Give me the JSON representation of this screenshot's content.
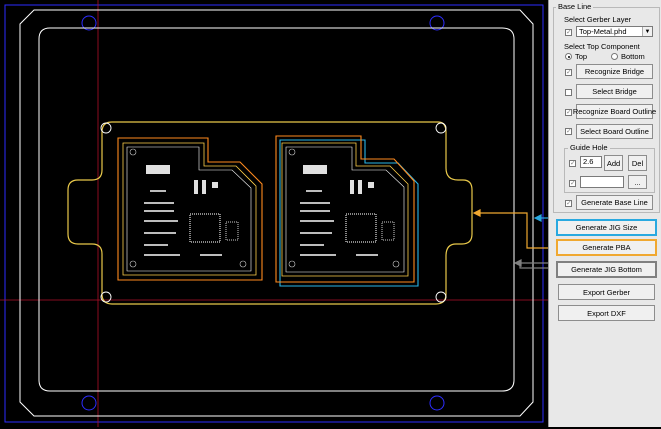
{
  "panel": {
    "base_line_title": "Base Line",
    "gerber_layer_label": "Select Gerber Layer",
    "gerber_layer_value": "Top-Metal.phd",
    "top_component_label": "Select Top Component",
    "radio_top": "Top",
    "radio_bottom": "Bottom",
    "recognize_bridge": "Recognize Bridge",
    "select_bridge": "Select Bridge",
    "recognize_board_outline": "Recognize Board Outline",
    "select_board_outline": "Select Board Outline",
    "guide_hole_title": "Guide Hole",
    "guide_hole_value": "2.6",
    "add_button": "Add",
    "del_button": "Del",
    "browse_button": "...",
    "generate_base_line": "Generate Base Line",
    "generate_jig_size": "Generate JIG Size",
    "generate_pba": "Generate PBA",
    "generate_jig_bottom": "Generate JIG Bottom",
    "export_gerber": "Export Gerber",
    "export_dxf": "Export DXF"
  },
  "colors": {
    "jig_outline": "#ffffff",
    "pcb_outline_orange": "#ff8a1e",
    "pcb_outline_yellow": "#e8c84a",
    "pcb_outline_cyan": "#29b6e8",
    "axis_blue": "#2d2dff",
    "axis_red": "#b0102a",
    "callout_cyan": "#29a9e0",
    "callout_orange": "#f0a830",
    "callout_gray": "#808080"
  }
}
